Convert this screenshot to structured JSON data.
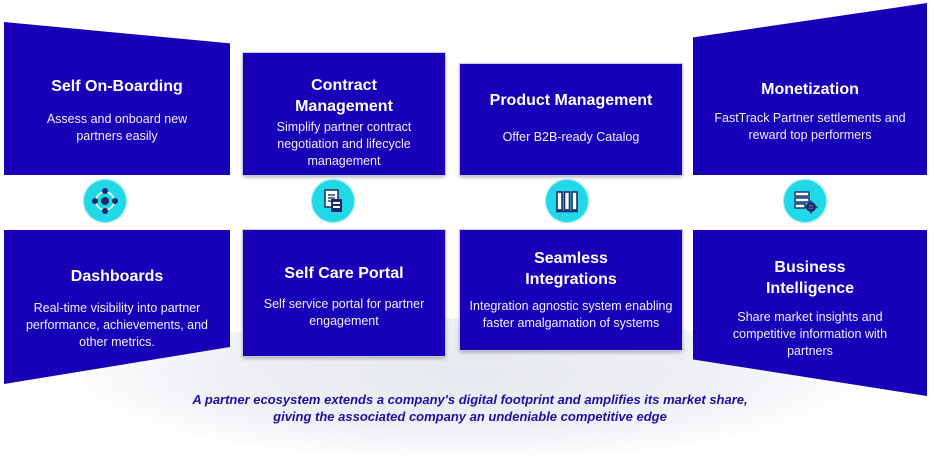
{
  "cards": [
    {
      "title": "Self On-Boarding",
      "description": "Assess and onboard new partners easily"
    },
    {
      "title": "Contract Management",
      "description": "Simplify partner contract negotiation and lifecycle management"
    },
    {
      "title": "Product Management",
      "description": "Offer B2B-ready  Catalog"
    },
    {
      "title": "Monetization",
      "description": "FastTrack Partner settlements and reward top performers"
    },
    {
      "title": "Dashboards",
      "description": "Real-time visibility into partner performance, achievements, and other metrics."
    },
    {
      "title": "Self Care Portal",
      "description": "Self service portal for partner engagement"
    },
    {
      "title": "Seamless Integrations",
      "description": "Integration agnostic system enabling faster amalgamation of systems"
    },
    {
      "title": "Business Intelligence",
      "description": "Share market insights and competitive information with partners"
    }
  ],
  "icons": [
    "onboarding-network-icon",
    "contract-document-icon",
    "catalog-books-icon",
    "settlement-gear-icon"
  ],
  "tagline": "A partner ecosystem extends a company's digital footprint and amplifies its market share, giving the associated company an undeniable competitive edge",
  "colors": {
    "panel": "#1600b8",
    "icon_circle": "#20d8e6",
    "tagline": "#1d0fa6"
  }
}
